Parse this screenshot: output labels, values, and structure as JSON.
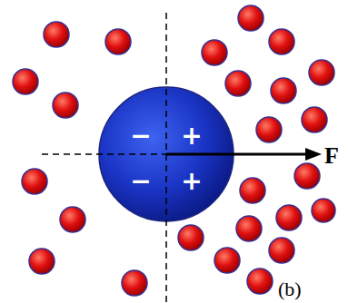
{
  "diagram": {
    "nodes": [
      {
        "text": [
          "−",
          "+",
          "−",
          "+"
        ]
      }
    ],
    "labels": [
      "F",
      "(b)"
    ]
  }
}
